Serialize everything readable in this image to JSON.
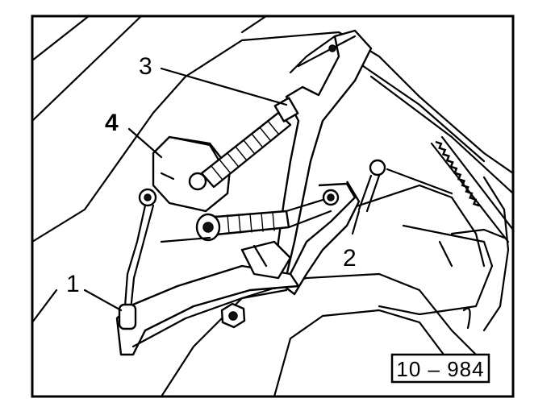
{
  "figure": {
    "callouts": [
      {
        "id": "1",
        "text": "1"
      },
      {
        "id": "2",
        "text": "2"
      },
      {
        "id": "3",
        "text": "3"
      },
      {
        "id": "4",
        "text": "4"
      }
    ],
    "reference_code": "10 – 984"
  }
}
